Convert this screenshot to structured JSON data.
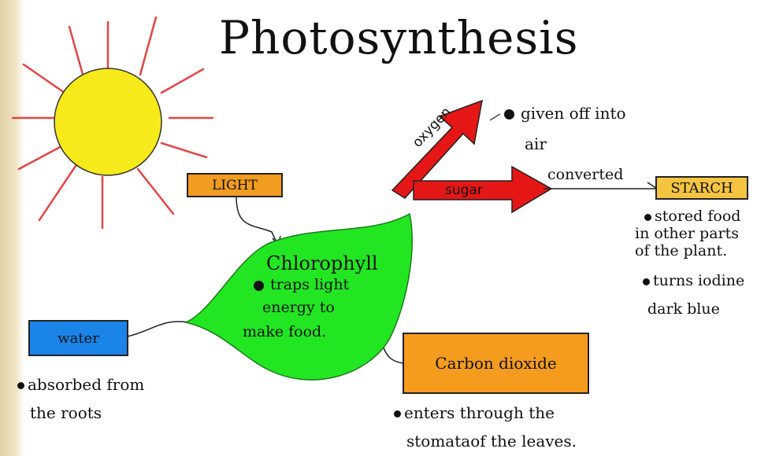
{
  "title": "Photosynthesis",
  "boxes": {
    "light": "LIGHT",
    "water": "water",
    "carbon_dioxide": "Carbon dioxide",
    "starch": "STARCH"
  },
  "chlorophyll": {
    "label": "Chlorophyll",
    "line1": "traps light",
    "line2": "energy to",
    "line3": "make food."
  },
  "arrows": {
    "oxygen": "oxygen",
    "sugar": "sugar",
    "converted": "converted"
  },
  "notes": {
    "oxygen_1": "given off into",
    "oxygen_2": "air",
    "starch_1": "stored food",
    "starch_2": "in other parts",
    "starch_3": "of the plant.",
    "starch_4": "turns iodine",
    "starch_5": "dark blue",
    "water_1": "absorbed from",
    "water_2": "the roots",
    "co2_1": "enters through the",
    "co2_2": "stomataof the leaves."
  },
  "colors": {
    "sun": "#f7ea1a",
    "rays": "#e24646",
    "leaf": "#22e622",
    "light_box": "#f29c1f",
    "water_box": "#1a84e8",
    "co2_box": "#f59c1f",
    "starch_box": "#f5c542",
    "arrow": "#e51616"
  }
}
